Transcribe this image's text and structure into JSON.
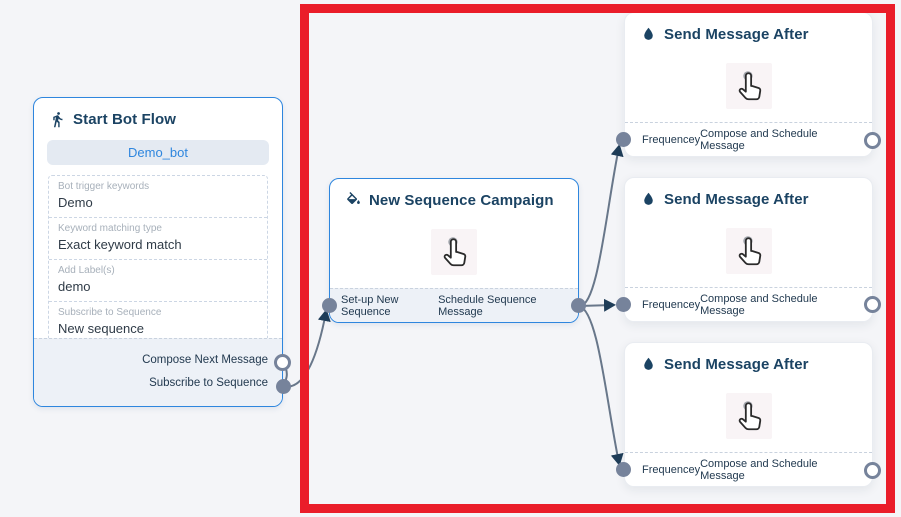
{
  "flow": {
    "start_node": {
      "title": "Start Bot Flow",
      "bot_button": "Demo_bot",
      "fields": [
        {
          "label": "Bot trigger keywords",
          "value": "Demo"
        },
        {
          "label": "Keyword matching type",
          "value": "Exact keyword match"
        },
        {
          "label": "Add Label(s)",
          "value": "demo"
        },
        {
          "label": "Subscribe to Sequence",
          "value": "New sequence"
        }
      ],
      "outputs": [
        {
          "label": "Compose Next Message"
        },
        {
          "label": "Subscribe to Sequence"
        }
      ]
    },
    "campaign_node": {
      "title": "New Sequence Campaign",
      "output_left": "Set-up New Sequence",
      "output_right": "Schedule Sequence Message"
    },
    "send_node": {
      "title": "Send Message After",
      "input_label": "Frequencey",
      "output_label": "Compose and Schedule Message"
    }
  },
  "icons": {
    "start": "walking-person-icon",
    "campaign": "paint-bucket-icon",
    "send": "water-drop-icon",
    "click": "hand-pointer-icon"
  },
  "colors": {
    "highlight_border": "#ea1d2a",
    "node_border_blue": "#2e86de",
    "accent_text_blue": "#2e86de",
    "title_navy": "#1b4363",
    "edge_gray": "#68778a",
    "arrow_navy": "#1f3d58",
    "port_gray": "#76839b",
    "canvas_bg": "#f4f5f8"
  }
}
